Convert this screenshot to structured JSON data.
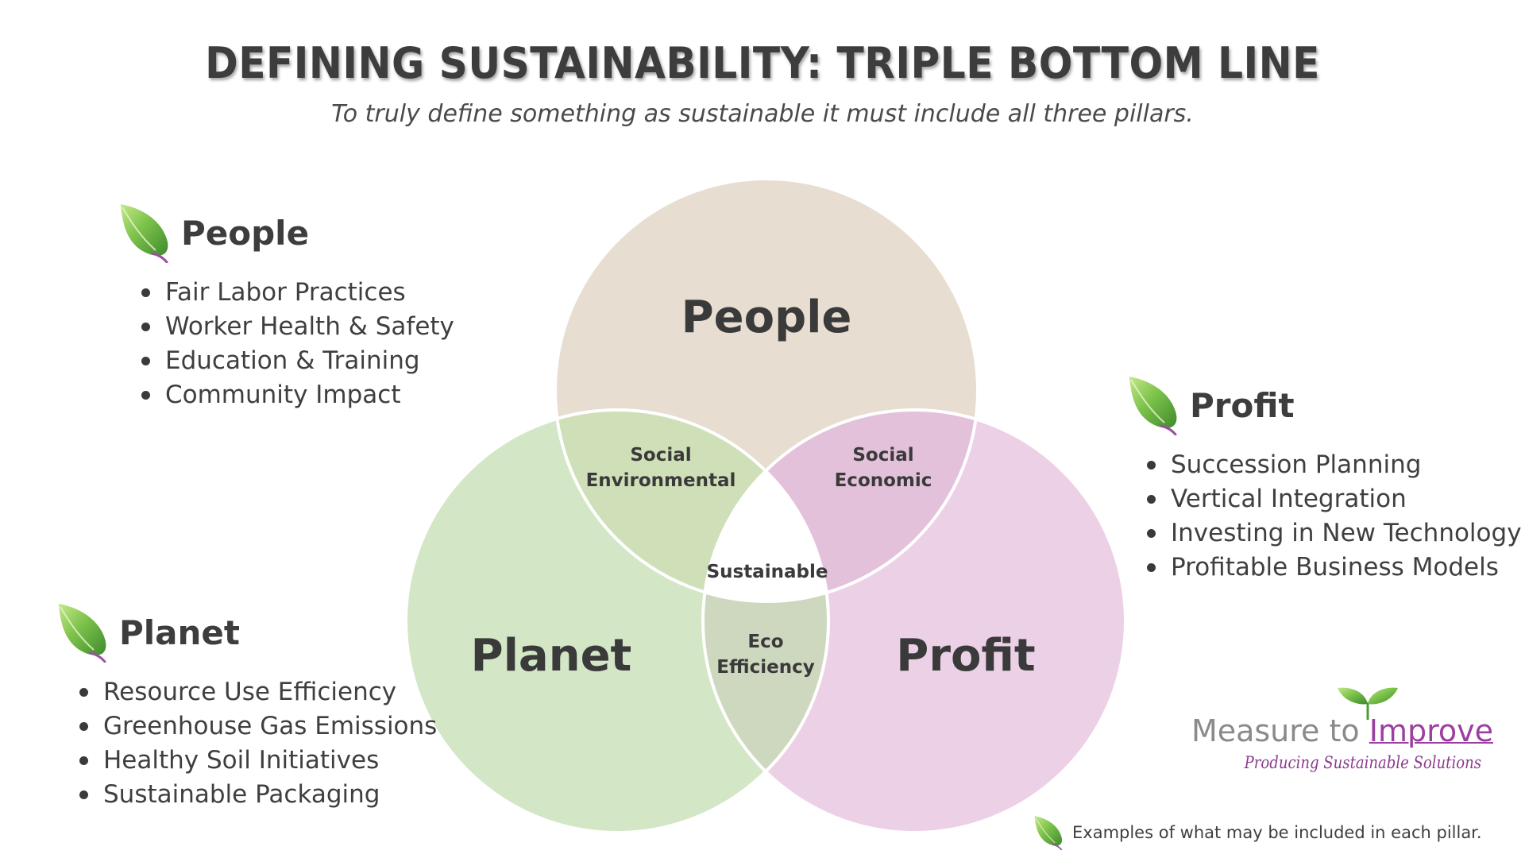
{
  "title": "DEFINING SUSTAINABILITY: TRIPLE BOTTOM LINE",
  "subtitle": "To truly define something as sustainable it must include all three pillars.",
  "venn": {
    "circles": [
      {
        "label": "People",
        "color": "#e7ddd1"
      },
      {
        "label": "Planet",
        "color": "#d3e6c6"
      },
      {
        "label": "Profit",
        "color": "#ecd0e6"
      }
    ],
    "overlaps": {
      "people_planet": {
        "line1": "Social",
        "line2": "Environmental",
        "color": "#cfdfb8"
      },
      "people_profit": {
        "line1": "Social",
        "line2": "Economic",
        "color": "#e3c1da"
      },
      "planet_profit": {
        "line1": "Eco",
        "line2": "Efficiency",
        "color": "#cdd8be"
      },
      "center": {
        "label": "Sustainable",
        "color": "#ffffff"
      }
    }
  },
  "pillars": {
    "people": {
      "title": "People",
      "items": [
        "Fair Labor Practices",
        "Worker Health & Safety",
        "Education & Training",
        "Community Impact"
      ]
    },
    "planet": {
      "title": "Planet",
      "items": [
        "Resource Use Efficiency",
        "Greenhouse Gas Emissions",
        "Healthy Soil Initiatives",
        "Sustainable Packaging"
      ]
    },
    "profit": {
      "title": "Profit",
      "items": [
        "Succession Planning",
        "Vertical Integration",
        "Investing in New Technology",
        "Profitable Business Models"
      ]
    }
  },
  "logo": {
    "main_prefix": "Measure to ",
    "main_accent": "Improve",
    "tagline": "Producing Sustainable Solutions"
  },
  "footnote": "Examples of what may be included in each pillar.",
  "colors": {
    "leaf_light": "#9fd35a",
    "leaf_dark": "#4f9c36",
    "leaf_stem": "#9b4fa3",
    "text": "#3a3a3a"
  }
}
